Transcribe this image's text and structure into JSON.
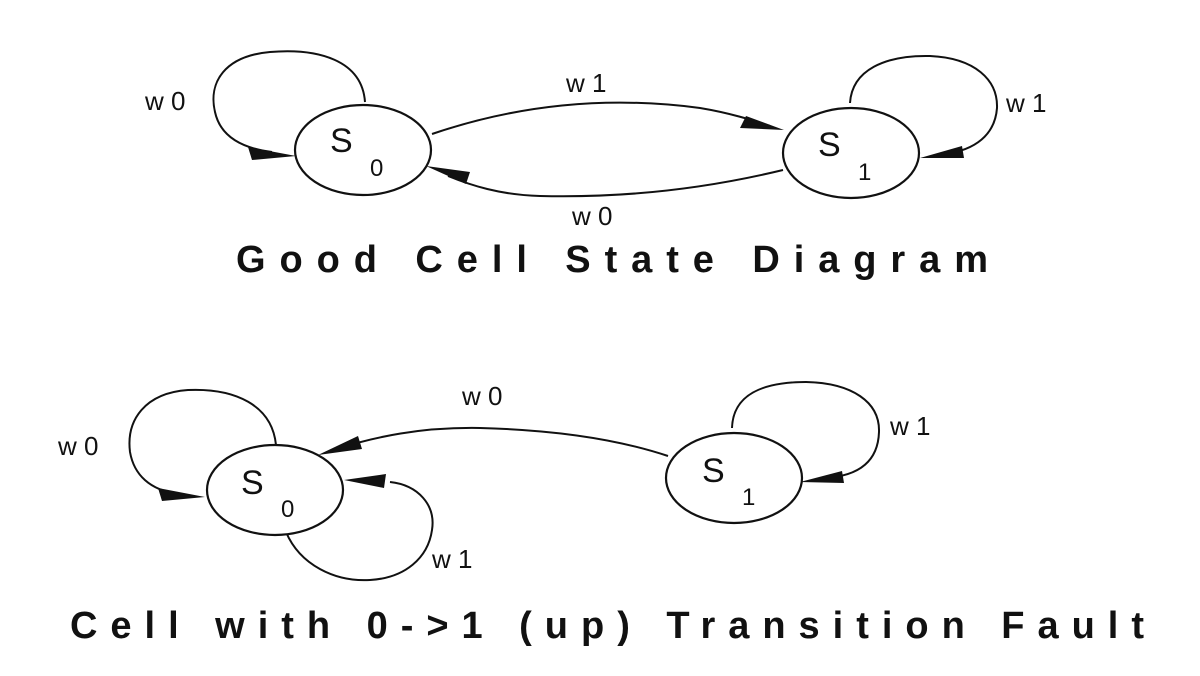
{
  "good": {
    "title": "Good Cell State Diagram",
    "s0": {
      "letter": "S",
      "index": "0"
    },
    "s1": {
      "letter": "S",
      "index": "1"
    },
    "s0_self": "w 0",
    "s1_self": "w 1",
    "s0_to_s1": "w 1",
    "s1_to_s0": "w 0"
  },
  "fault": {
    "title": "Cell with 0->1 (up) Transition Fault",
    "s0": {
      "letter": "S",
      "index": "0"
    },
    "s1": {
      "letter": "S",
      "index": "1"
    },
    "s0_self_top": "w 0",
    "s0_self_bottom": "w 1",
    "s1_self": "w 1",
    "s1_to_s0": "w 0"
  }
}
